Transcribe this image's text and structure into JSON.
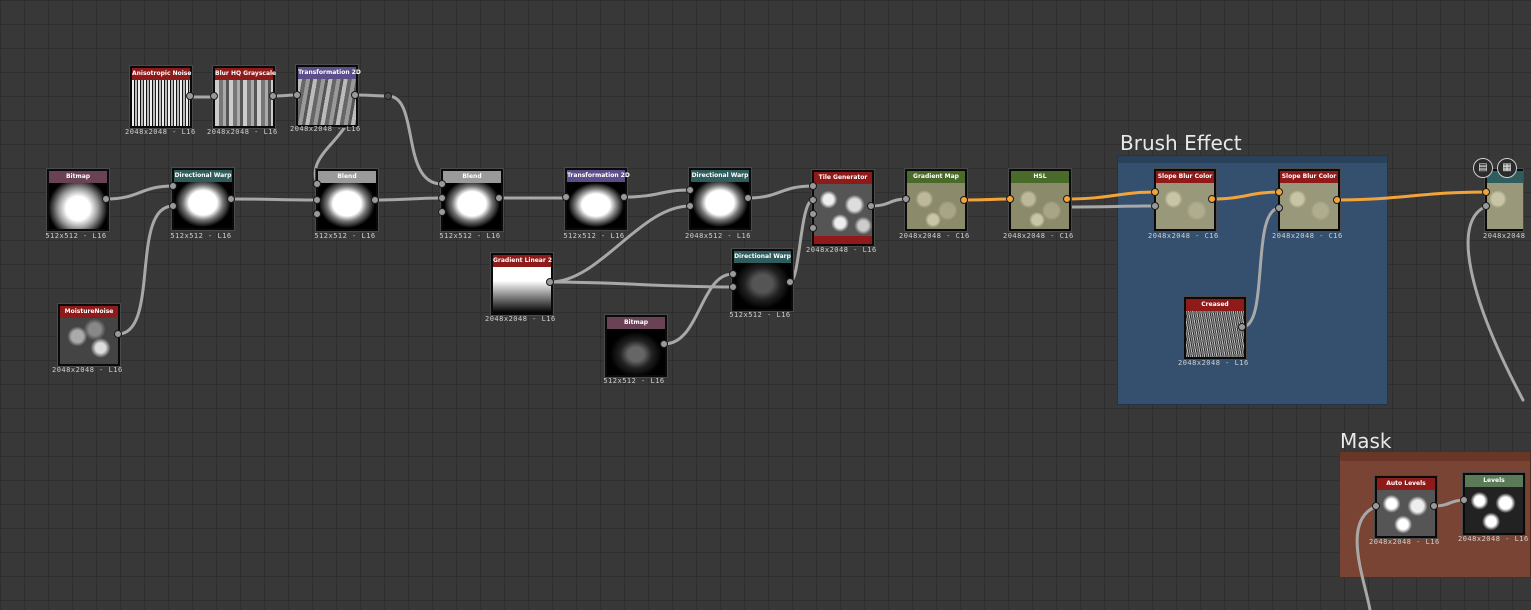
{
  "frames": {
    "brush": {
      "title": "Brush Effect",
      "color": "#35506e"
    },
    "mask": {
      "title": "Mask",
      "color": "#7a4434"
    }
  },
  "colors": {
    "wire_default": "#a8a8a8",
    "wire_color": "#f2a43a",
    "header_red": "#8e1a1a",
    "header_teal": "#2f5c5c",
    "header_grey": "#9a9a9a",
    "header_purple": "#5c4e8a",
    "header_mauve": "#6a4256",
    "header_green": "#4a6a2a",
    "header_lightgreen": "#5a7a58"
  },
  "nodes": [
    {
      "id": "anisotropic-noise",
      "label": "Anisotropic Noise",
      "footer": "2048x2048 - L16",
      "thumb": "stripes"
    },
    {
      "id": "blur-hq-grayscale",
      "label": "Blur HQ Grayscale",
      "footer": "2048x2048 - L16",
      "thumb": "blur"
    },
    {
      "id": "transformation-2d-top",
      "label": "Transformation 2D",
      "footer": "2048x2048 - L16",
      "thumb": "blur"
    },
    {
      "id": "bitmap-1",
      "label": "Bitmap",
      "footer": "512x512 - L16",
      "thumb": "cloud"
    },
    {
      "id": "moisture-noise",
      "label": "MoistureNoise",
      "footer": "2048x2048 - L16",
      "thumb": "noise"
    },
    {
      "id": "directional-warp-1",
      "label": "Directional Warp",
      "footer": "512x512 - L16",
      "thumb": "cloud"
    },
    {
      "id": "blend-1",
      "label": "Blend",
      "footer": "512x512 - L16",
      "thumb": "cloud"
    },
    {
      "id": "blend-2",
      "label": "Blend",
      "footer": "512x512 - L16",
      "thumb": "cloud"
    },
    {
      "id": "transformation-2d-mid",
      "label": "Transformation 2D",
      "footer": "512x512 - L16",
      "thumb": "cloud"
    },
    {
      "id": "directional-warp-2",
      "label": "Directional Warp",
      "footer": "2048x512 - L16",
      "thumb": "cloud"
    },
    {
      "id": "gradient-linear-2",
      "label": "Gradient Linear 2",
      "footer": "2048x2048 - L16",
      "thumb": "gradient"
    },
    {
      "id": "directional-warp-3",
      "label": "Directional Warp",
      "footer": "512x512 - L16",
      "thumb": "dim"
    },
    {
      "id": "bitmap-2",
      "label": "Bitmap",
      "footer": "512x512 - L16",
      "thumb": "dim"
    },
    {
      "id": "tile-generator",
      "label": "Tile Generator",
      "footer": "2048x2048 - L16",
      "thumb": "tiles"
    },
    {
      "id": "gradient-map",
      "label": "Gradient Map",
      "footer": "2048x2048 - C16",
      "thumb": "camo"
    },
    {
      "id": "hsl",
      "label": "HSL",
      "footer": "2048x2048 - C16",
      "thumb": "camo"
    },
    {
      "id": "slope-blur-color-1",
      "label": "Slope Blur Color",
      "footer": "2048x2048 - C16",
      "thumb": "camo"
    },
    {
      "id": "slope-blur-color-2",
      "label": "Slope Blur Color",
      "footer": "2048x2048 - C16",
      "thumb": "camo"
    },
    {
      "id": "creased",
      "label": "Creased",
      "footer": "2048x2048 - L16",
      "thumb": "creased"
    },
    {
      "id": "partial-node",
      "label": "",
      "footer": "2048x2048",
      "thumb": "camo"
    },
    {
      "id": "auto-levels",
      "label": "Auto Levels",
      "footer": "2048x2048 - L16",
      "thumb": "blobs"
    },
    {
      "id": "levels",
      "label": "Levels",
      "footer": "2048x2048 - L16",
      "thumb": "blobs"
    }
  ],
  "toolbar_icons": [
    "document-icon",
    "checker-icon"
  ]
}
